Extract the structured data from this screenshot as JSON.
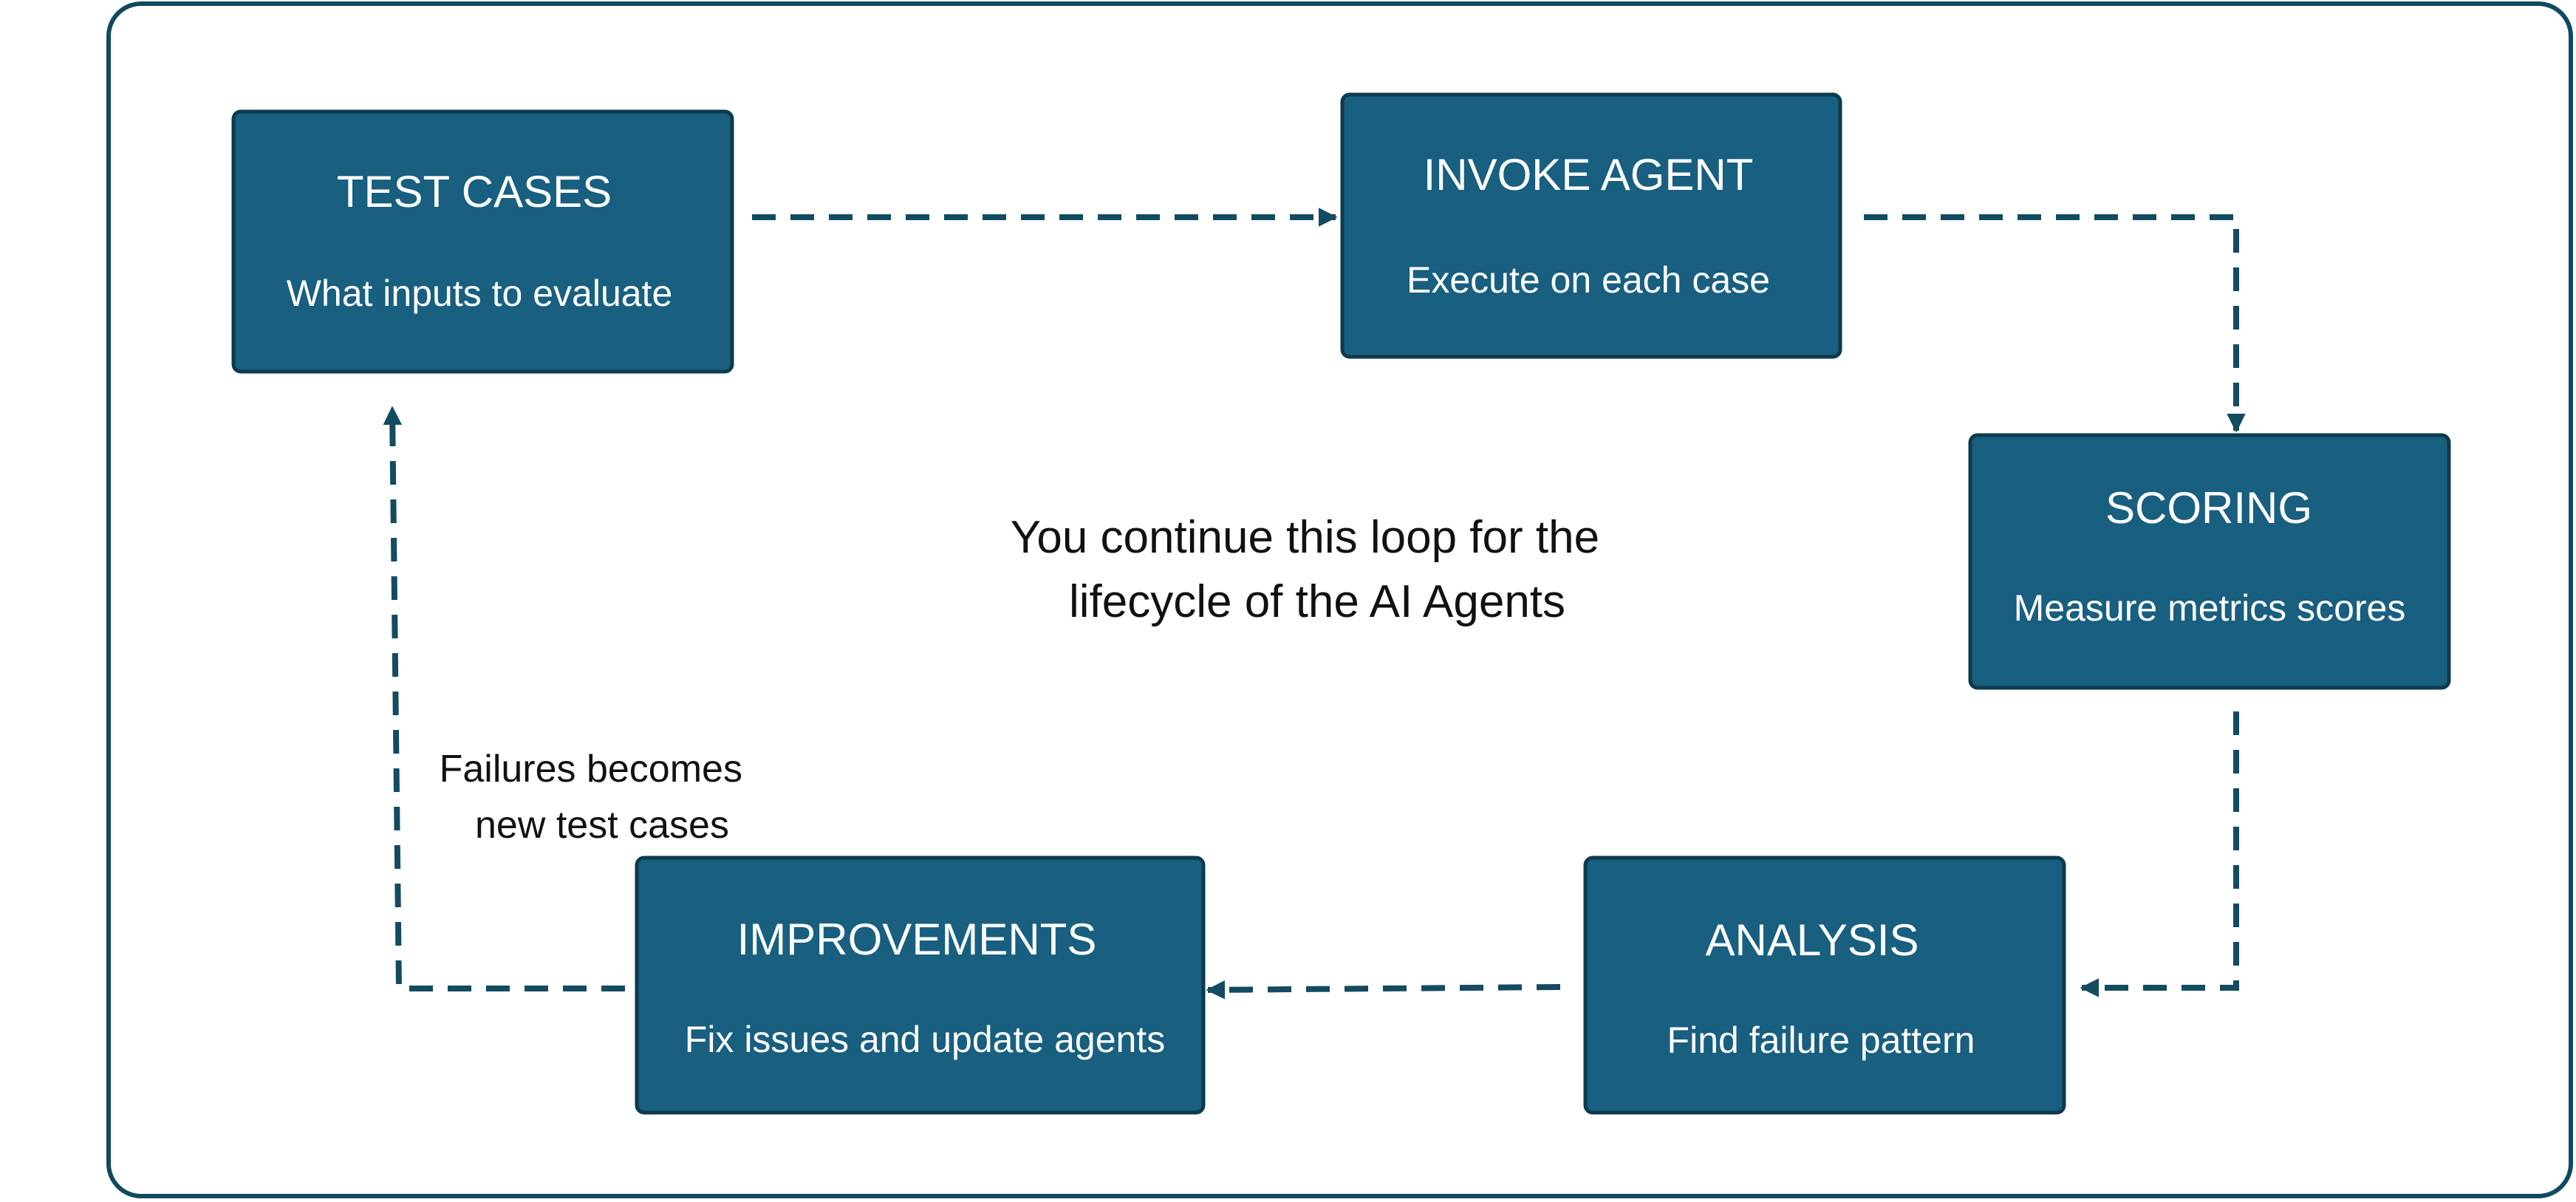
{
  "colors": {
    "box_fill": "#185f80",
    "box_border": "#0d3a4d",
    "frame_border": "#0f4a5e",
    "arrow": "#134b60",
    "text_dark": "#111111",
    "text_light": "#ffffff"
  },
  "nodes": [
    {
      "id": "test-cases",
      "title": "TEST CASES",
      "subtitle": "What inputs to evaluate"
    },
    {
      "id": "invoke-agent",
      "title": "INVOKE AGENT",
      "subtitle": "Execute on each case"
    },
    {
      "id": "scoring",
      "title": "SCORING",
      "subtitle": "Measure metrics scores"
    },
    {
      "id": "analysis",
      "title": "ANALYSIS",
      "subtitle": "Find failure pattern"
    },
    {
      "id": "improvements",
      "title": "IMPROVEMENTS",
      "subtitle": "Fix issues and update agents"
    }
  ],
  "edges": [
    {
      "from": "test-cases",
      "to": "invoke-agent",
      "style": "dashed"
    },
    {
      "from": "invoke-agent",
      "to": "scoring",
      "style": "dashed"
    },
    {
      "from": "scoring",
      "to": "analysis",
      "style": "dashed"
    },
    {
      "from": "analysis",
      "to": "improvements",
      "style": "dashed"
    },
    {
      "from": "improvements",
      "to": "test-cases",
      "style": "dashed",
      "label": [
        "Failures becomes",
        "new test cases"
      ]
    }
  ],
  "center_note": [
    "You continue this loop for the",
    "lifecycle of the AI Agents"
  ]
}
